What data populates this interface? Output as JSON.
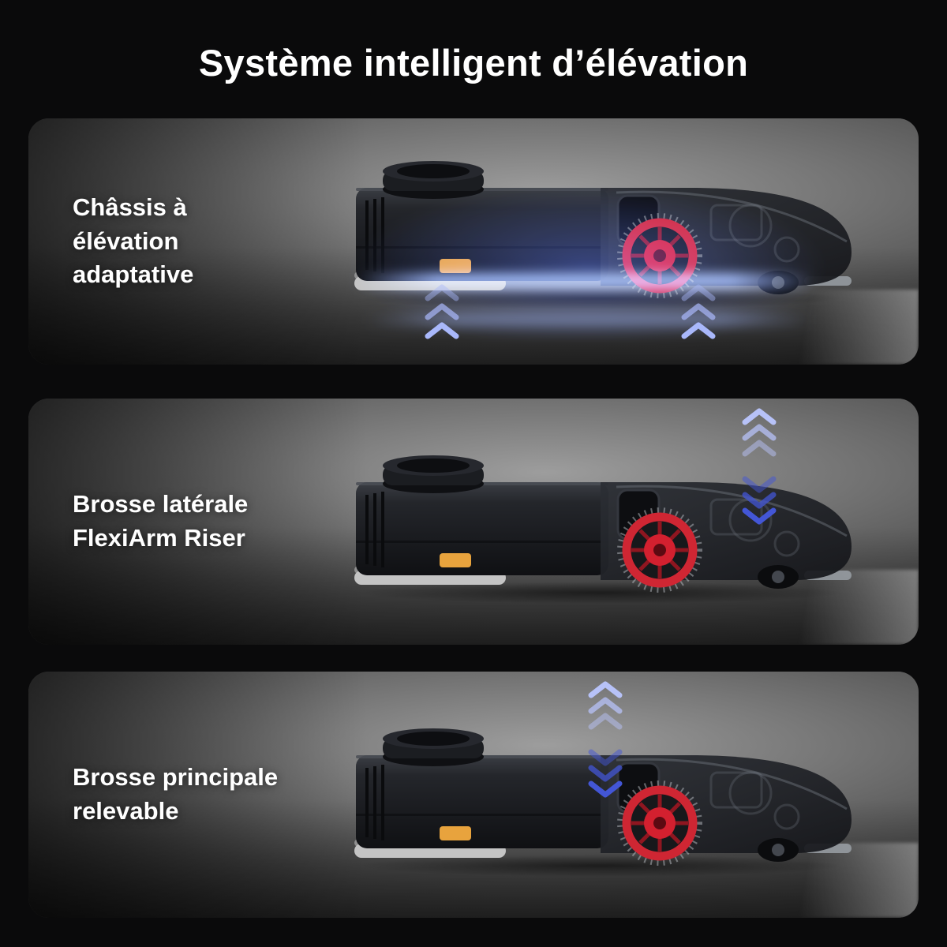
{
  "page": {
    "title": "Système intelligent d’élévation"
  },
  "panels": [
    {
      "name": "adaptive-lift-chassis",
      "label_lines": [
        "Châssis à",
        "élévation",
        "adaptative"
      ],
      "arrows": "lift-up",
      "effect": "blue-underbody-glow",
      "illustration": "robot-vacuum-side-view"
    },
    {
      "name": "flexiarm-riser-side-brush",
      "label_lines": [
        "Brosse latérale",
        "FlexiArm Riser"
      ],
      "arrows": "up-down",
      "illustration": "robot-vacuum-side-view"
    },
    {
      "name": "liftable-main-brush",
      "label_lines": [
        "Brosse principale",
        "relevable"
      ],
      "arrows": "up-down",
      "illustration": "robot-vacuum-side-view"
    }
  ],
  "icons": [
    {
      "name": "up-chevrons-icon",
      "meaning": "element rises"
    },
    {
      "name": "down-chevrons-icon",
      "meaning": "element lowers"
    }
  ],
  "colors": {
    "background": "#0a0a0b",
    "title_text": "#ffffff",
    "label_text": "#ffffff",
    "arrow_up_light": "#b7c2f8",
    "arrow_down_blue": "#4356d6",
    "glow_blue": "#5a78ff",
    "brush_red": "#d3202f",
    "accent_orange": "#e8a33d"
  }
}
